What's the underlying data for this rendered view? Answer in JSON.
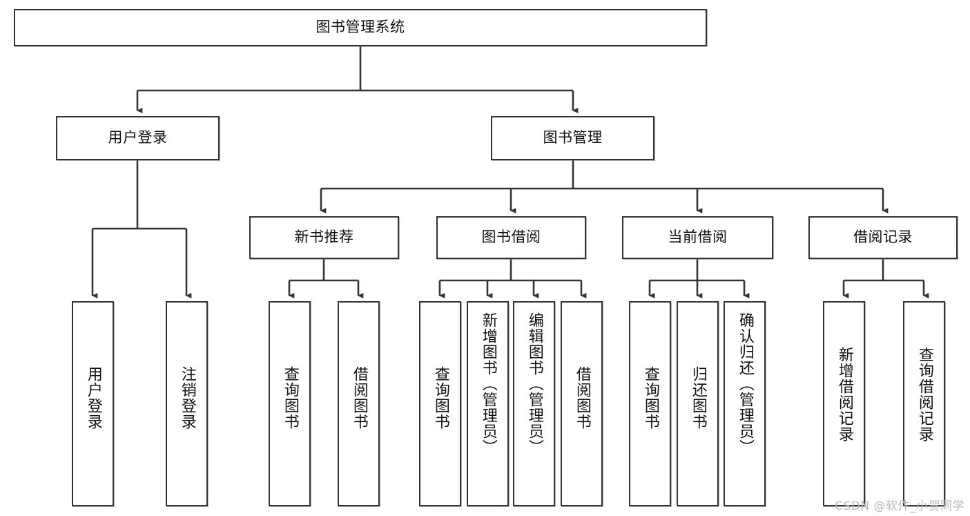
{
  "diagram": {
    "title": "图书管理系统",
    "type": "hierarchy-tree",
    "orientation": "top-down",
    "root": {
      "label": "图书管理系统",
      "name": "node-root-library-management-system"
    },
    "level2": [
      {
        "label": "用户登录",
        "name": "node-user-login"
      },
      {
        "label": "图书管理",
        "name": "node-book-management"
      }
    ],
    "level3": [
      {
        "label": "新书推荐",
        "name": "node-new-book-recommendation"
      },
      {
        "label": "图书借阅",
        "name": "node-book-borrow"
      },
      {
        "label": "当前借阅",
        "name": "node-current-borrow"
      },
      {
        "label": "借阅记录",
        "name": "node-borrow-record"
      }
    ],
    "leaves": {
      "user_login": [
        {
          "label": "用户登录",
          "name": "leaf-user-login"
        },
        {
          "label": "注销登录",
          "name": "leaf-logout"
        }
      ],
      "new_book_recommendation": [
        {
          "label": "查询图书",
          "name": "leaf-query-book-recommend"
        },
        {
          "label": "借阅图书",
          "name": "leaf-borrow-book-recommend"
        }
      ],
      "book_borrow": [
        {
          "label": "查询图书",
          "name": "leaf-query-book-borrow"
        },
        {
          "label": "新增图书（管理员）",
          "name": "leaf-add-book-admin"
        },
        {
          "label": "编辑图书（管理员）",
          "name": "leaf-edit-book-admin"
        },
        {
          "label": "借阅图书",
          "name": "leaf-borrow-book"
        }
      ],
      "current_borrow": [
        {
          "label": "查询图书",
          "name": "leaf-query-book-current"
        },
        {
          "label": "归还图书",
          "name": "leaf-return-book"
        },
        {
          "label": "确认归还（管理员）",
          "name": "leaf-confirm-return-admin"
        }
      ],
      "borrow_record": [
        {
          "label": "新增借阅记录",
          "name": "leaf-add-borrow-record"
        },
        {
          "label": "查询借阅记录",
          "name": "leaf-query-borrow-record"
        }
      ]
    },
    "colors": {
      "box_border": "#333333",
      "box_fill": "#ffffff",
      "edge": "#333333",
      "text": "#111111",
      "watermark": "#b9b9b9"
    }
  },
  "watermark": {
    "text": "CSDN @软件_小贺同学"
  }
}
